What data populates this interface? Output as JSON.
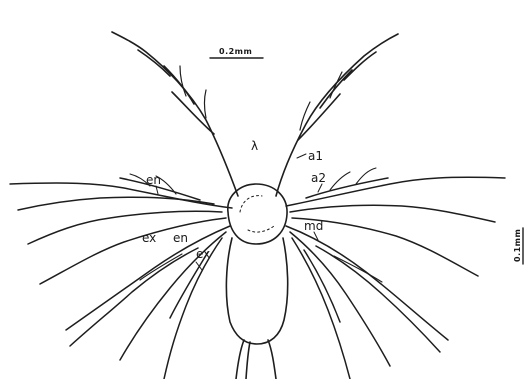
{
  "figure": {
    "background": "#ffffff",
    "ink_color": "#1e1e1e",
    "labels": {
      "eye": "λ",
      "a1": "a1",
      "a2": "a2",
      "en_upper": "en",
      "ex_left": "ex",
      "en_lower": "en",
      "ex_lower": "ex",
      "md": "md"
    },
    "scale_bars": {
      "top": "0.2mm",
      "side": "0.1mm"
    }
  }
}
